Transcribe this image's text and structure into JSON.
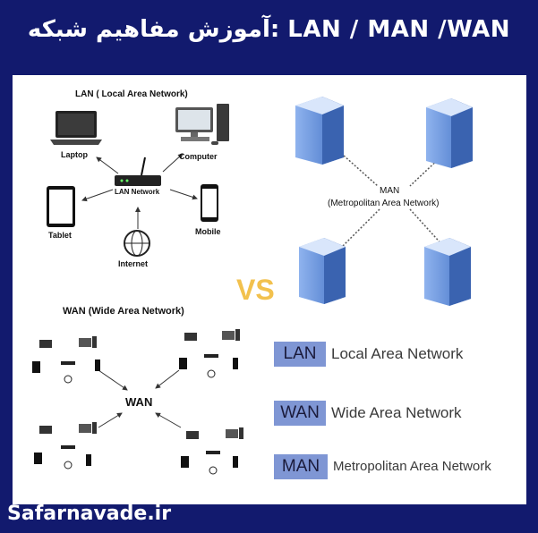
{
  "header": {
    "title": "آموزش مفاهیم شبکه: LAN / MAN /WAN"
  },
  "footer": {
    "site": "Safarnavade.ir"
  },
  "lan_diagram": {
    "title": "LAN ( Local Area Network)",
    "center": "LAN Network",
    "nodes": {
      "laptop": "Laptop",
      "computer": "Computer",
      "tablet": "Tablet",
      "mobile": "Mobile",
      "internet": "Internet"
    }
  },
  "man_diagram": {
    "title": "MAN",
    "subtitle": "(Metropolitan Area Network)"
  },
  "vs_label": "VS",
  "wan_diagram": {
    "title": "WAN (Wide Area Network)",
    "center": "WAN"
  },
  "legend": [
    {
      "abbr": "LAN",
      "text": "Local Area Network"
    },
    {
      "abbr": "WAN",
      "text": "Wide Area Network"
    },
    {
      "abbr": "MAN",
      "text": "Metropolitan Area Network"
    }
  ],
  "colors": {
    "background": "#121a6e",
    "legend_box": "#7f96d4",
    "vs": "#f2c14e",
    "building": "#5b8ede"
  }
}
